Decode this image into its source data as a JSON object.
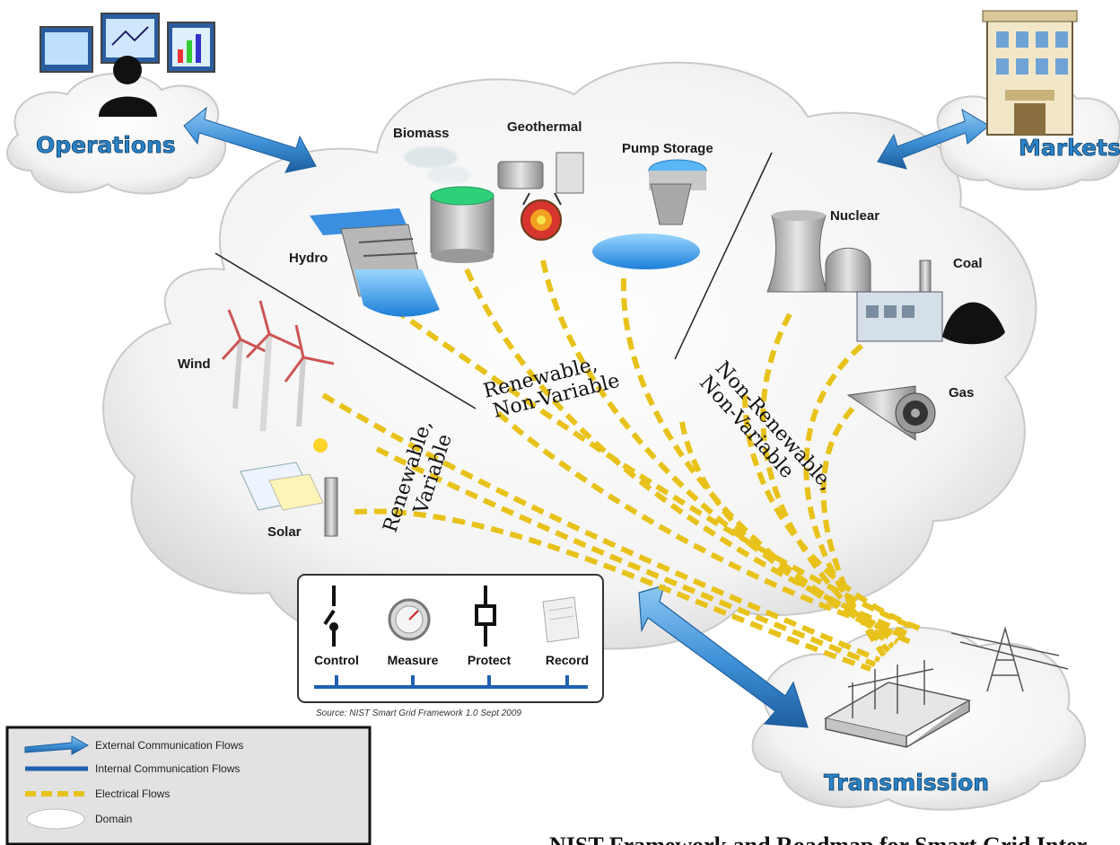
{
  "domains": {
    "operations": "Operations",
    "markets": "Markets",
    "transmission": "Transmission"
  },
  "sources": {
    "biomass": "Biomass",
    "geothermal": "Geothermal",
    "pump_storage": "Pump Storage",
    "hydro": "Hydro",
    "nuclear": "Nuclear",
    "coal": "Coal",
    "gas": "Gas",
    "wind": "Wind",
    "solar": "Solar"
  },
  "categories": {
    "renewable_nonvariable_1": "Renewable,",
    "renewable_nonvariable_2": "Non-Variable",
    "nonrenewable_1": "Non-Renewable,",
    "nonrenewable_2": "Non-Variable",
    "renewable_variable_1": "Renewable,",
    "renewable_variable_2": "Variable"
  },
  "toolbox": {
    "control": "Control",
    "measure": "Measure",
    "protect": "Protect",
    "record": "Record"
  },
  "source_note": "Source: NIST Smart Grid Framework 1.0 Sept 2009",
  "legend": {
    "external": "External Communication Flows",
    "internal": "Internal Communication Flows",
    "electrical": "Electrical Flows",
    "domain": "Domain"
  },
  "caption": "NIST Framework and Roadmap for Smart Grid Inter",
  "colors": {
    "domain_text": "#2b83c6",
    "external_flow": "#3d8fd6",
    "internal_flow": "#2060b0",
    "electrical_flow": "#e8c21a",
    "cloud_fill": "#f4f4f4"
  }
}
